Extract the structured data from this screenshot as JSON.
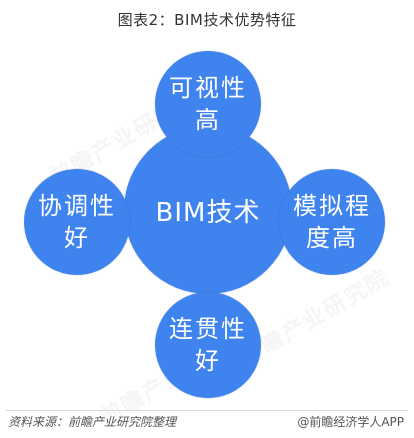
{
  "title": "图表2：BIM技术优势特征",
  "diagram": {
    "center": "BIM技术",
    "nodes": {
      "top": "可视性高",
      "left": "协调性好",
      "right": "模拟程度高",
      "bottom": "连贯性好"
    },
    "circle_color": "#3f83ef"
  },
  "footer": {
    "source": "资料来源：前瞻产业研究院整理",
    "brand": "@前瞻经济学人APP"
  },
  "watermarks": [
    "前瞻产业研究院",
    "前瞻产业研究院",
    "前瞻产业研究院"
  ]
}
